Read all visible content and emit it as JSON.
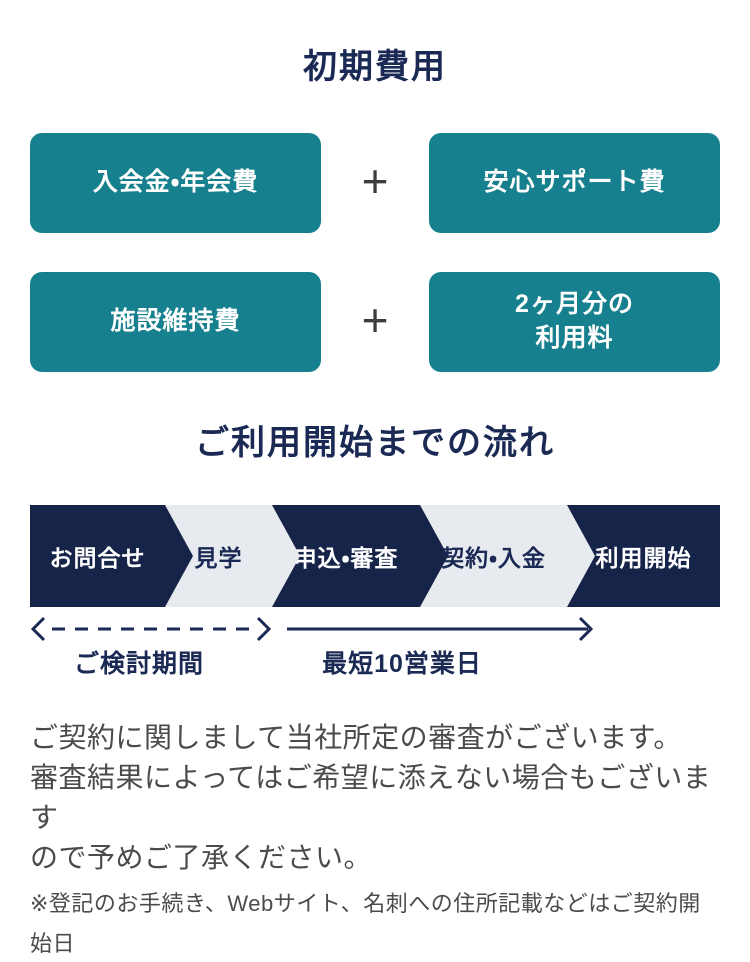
{
  "initial_cost": {
    "title": "初期費用",
    "plus": "+",
    "boxes": [
      {
        "label": "入会金・年会費"
      },
      {
        "label": "安心サポート費"
      },
      {
        "label": "施設維持費"
      },
      {
        "label": "2ヶ月分の\n利用料"
      }
    ]
  },
  "flow": {
    "title": "ご利用開始までの流れ",
    "steps": [
      {
        "label": "お問合せ",
        "variant": "dark"
      },
      {
        "label": "見学",
        "variant": "light"
      },
      {
        "label": "申込・審査",
        "variant": "dark"
      },
      {
        "label": "契約・入金",
        "variant": "light"
      },
      {
        "label": "利用開始",
        "variant": "dark"
      }
    ],
    "periods": [
      {
        "label": "ご検討期間",
        "arrow": "dashed-double-arrow"
      },
      {
        "label": "最短10営業日",
        "arrow": "solid-right-arrow"
      }
    ]
  },
  "notes": {
    "paragraph": "ご契約に関しまして当社所定の審査がございます。\n審査結果によってはご希望に添えない場合もございます\nので予めご了承ください。",
    "disclaimer": "※登記のお手続き、Webサイト、名刺への住所記載などはご契約開始日\n以降に可能となります。"
  },
  "colors": {
    "teal": "#17808e",
    "navy_title": "#1b2a55",
    "navy_band": "#172449",
    "light_step": "#e7eaef",
    "body_text": "#4b4b4b",
    "plus_sign": "#3d3d3d"
  }
}
